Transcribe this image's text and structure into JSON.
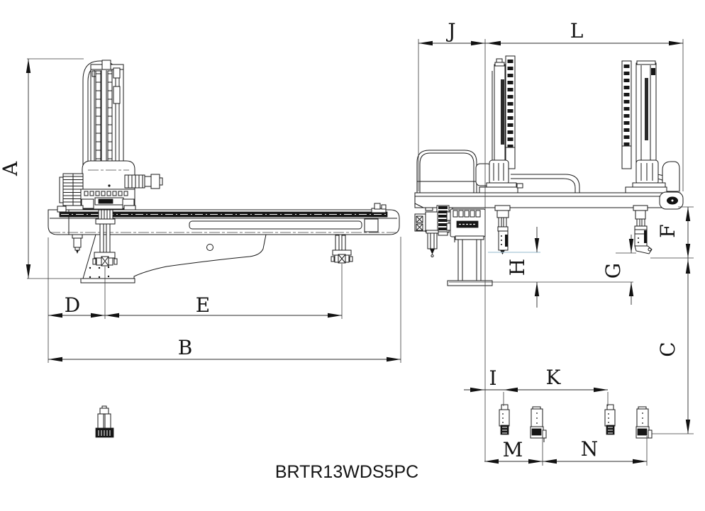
{
  "model_label": "BRTR13WDS5PC",
  "dimensions": {
    "A": "A",
    "B": "B",
    "C": "C",
    "D": "D",
    "E": "E",
    "F": "F",
    "G": "G",
    "H": "H",
    "I": "I",
    "J": "J",
    "K": "K",
    "L": "L",
    "M": "M",
    "N": "N"
  },
  "colors": {
    "line_color": "#1a1a1a",
    "background": "#ffffff",
    "stroke_highlight": "#a9c6d8"
  }
}
